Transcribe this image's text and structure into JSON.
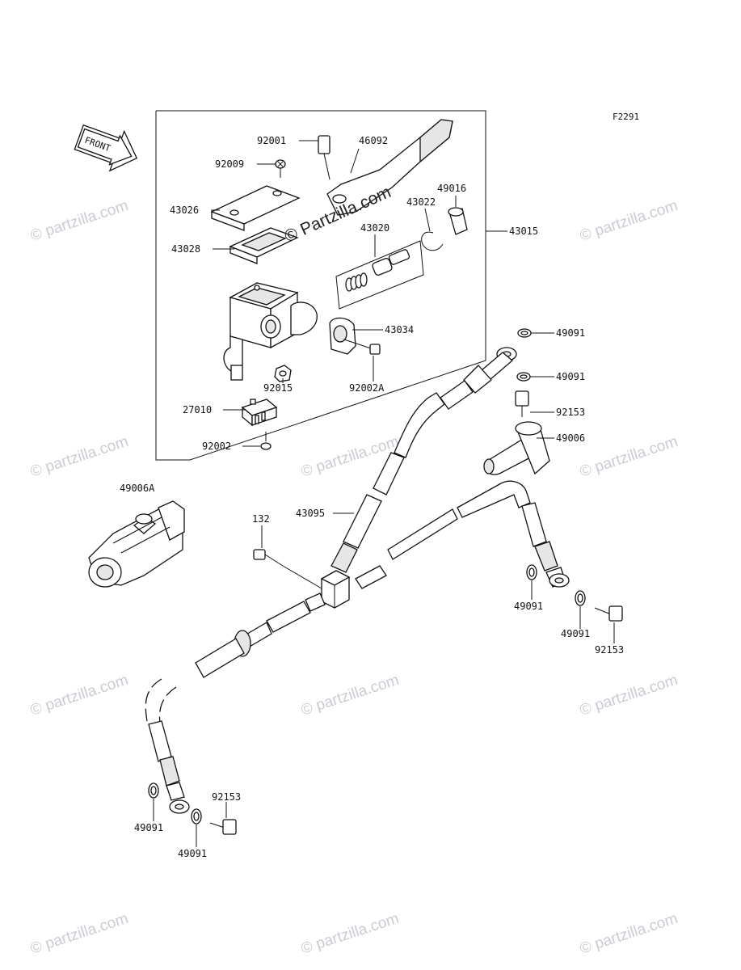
{
  "figure_code": "F2291",
  "front_label": "FRONT",
  "watermark": "© Partzilla.com",
  "watermark_small": "© partzilla.com",
  "callouts": {
    "p92001": "92001",
    "p46092": "46092",
    "p92009": "92009",
    "p43026": "43026",
    "p43022": "43022",
    "p49016": "49016",
    "p43020": "43020",
    "p43028": "43028",
    "p43015": "43015",
    "p43034": "43034",
    "p49091_a": "49091",
    "p49091_b": "49091",
    "p92015": "92015",
    "p92002A": "92002A",
    "p92153_a": "92153",
    "p27010": "27010",
    "p49006": "49006",
    "p92002": "92002",
    "p49006A": "49006A",
    "p132": "132",
    "p43095": "43095",
    "p49091_c": "49091",
    "p49091_d": "49091",
    "p92153_b": "92153",
    "p92153_c": "92153",
    "p49091_e": "49091",
    "p49091_f": "49091"
  }
}
